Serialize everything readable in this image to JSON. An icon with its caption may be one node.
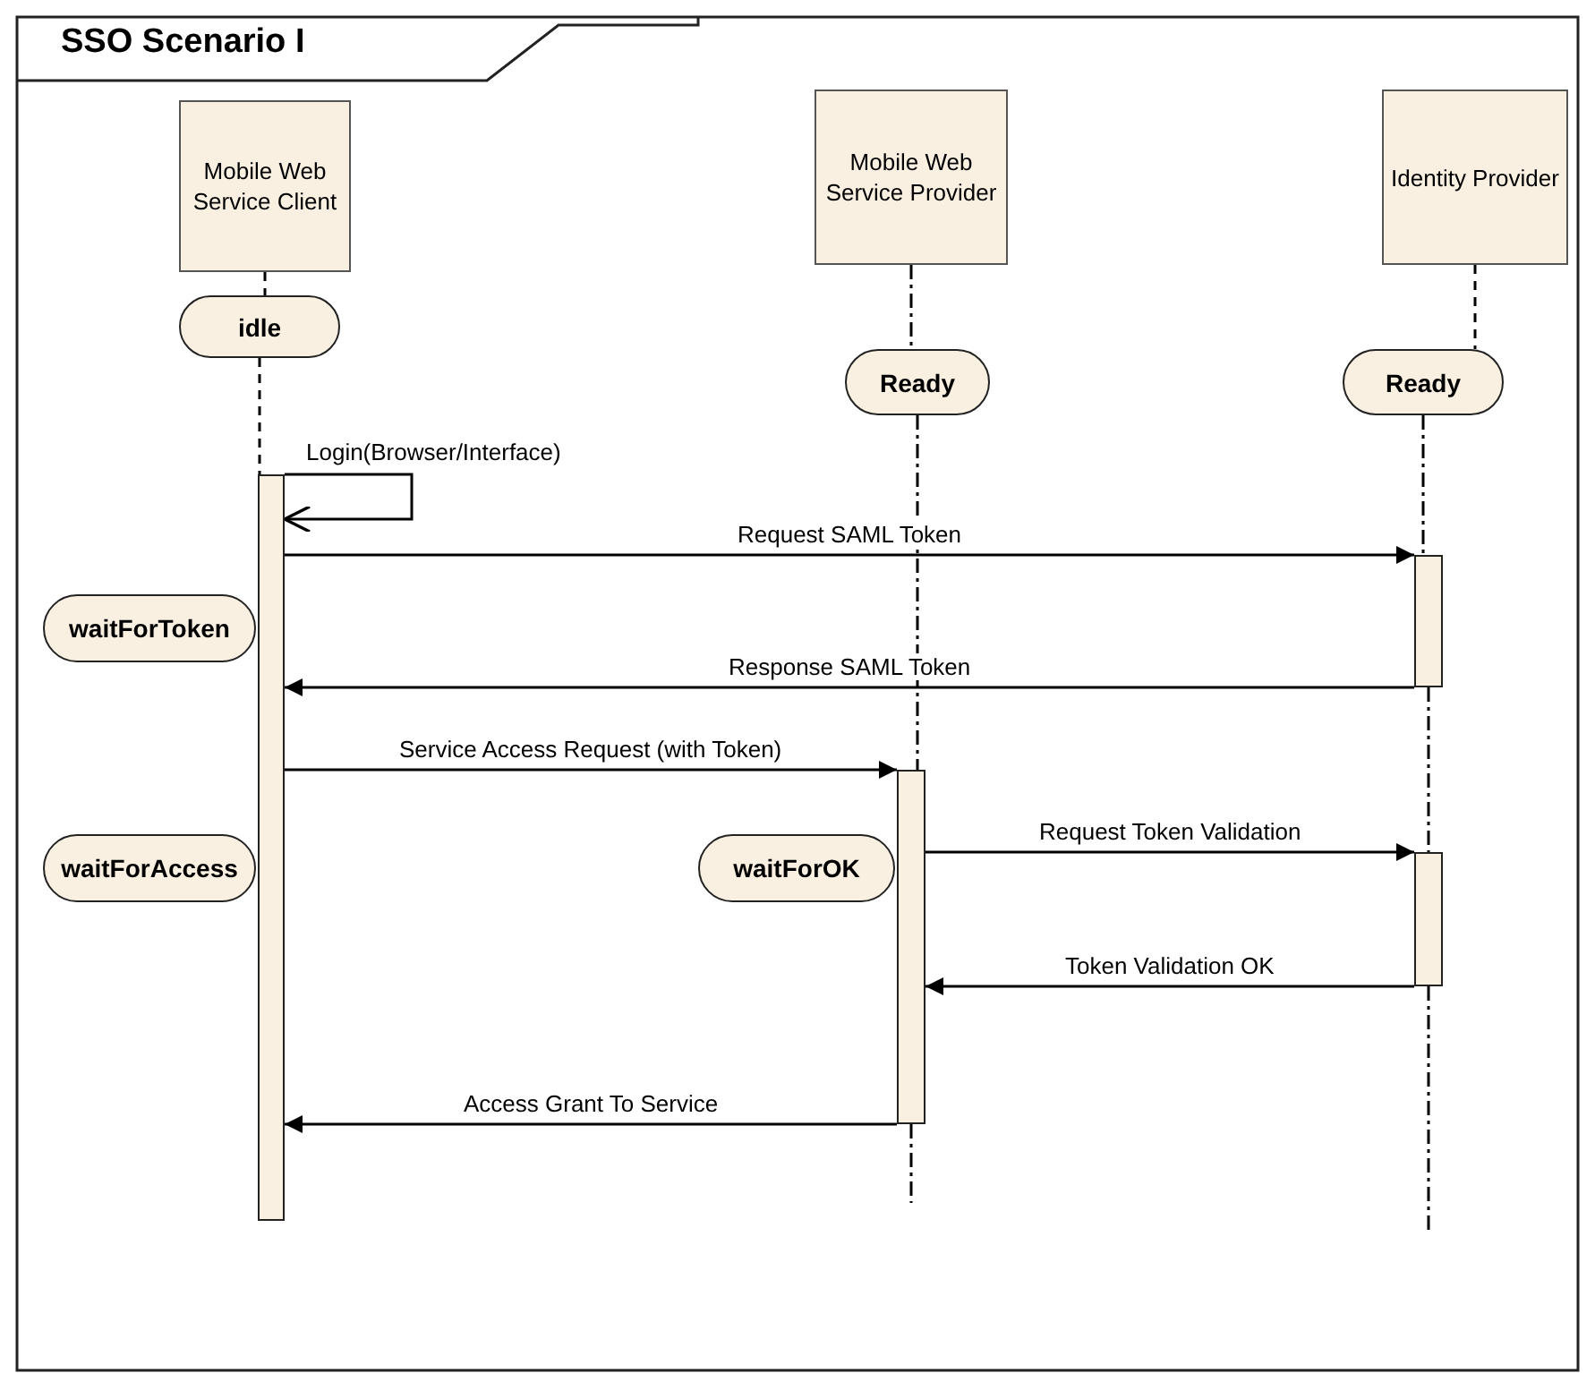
{
  "diagram": {
    "title": "SSO Scenario I",
    "nodes": [
      {
        "text": [
          "Mobile Web Service Client"
        ]
      },
      {
        "text": [
          "Mobile Web Service Provider"
        ]
      },
      {
        "text": [
          "Identity Provider"
        ]
      },
      {
        "text": [
          "idle"
        ]
      },
      {
        "text": [
          "Ready"
        ]
      },
      {
        "text": [
          "Ready"
        ]
      },
      {
        "text": [],
        "shape": "bar"
      },
      {
        "text": [],
        "shape": "bar"
      },
      {
        "text": [],
        "shape": "bar"
      },
      {
        "text": [],
        "shape": "bar"
      },
      {
        "text": [
          "waitForToken"
        ]
      },
      {
        "text": [
          "waitForAccess"
        ]
      },
      {
        "text": [
          "waitForOK"
        ]
      }
    ],
    "edges": [
      {
        "from": 0,
        "to": 3,
        "arrow": "none",
        "style": "dashed"
      },
      {
        "from": 3,
        "to": 6,
        "arrow": "none",
        "style": "dashed"
      },
      {
        "from": 1,
        "to": 4,
        "arrow": "none",
        "style": "dashed"
      },
      {
        "from": 4,
        "to": 8,
        "arrow": "none",
        "style": "dashed"
      },
      {
        "from": 2,
        "to": 5,
        "arrow": "none",
        "style": "dashed"
      },
      {
        "from": 5,
        "to": 7,
        "arrow": "none",
        "style": "dashed"
      },
      {
        "from": 7,
        "to": 9,
        "arrow": "none",
        "style": "dashed"
      },
      {
        "from": 6,
        "to": 6,
        "arrow": "to",
        "label": "Login(Browser/Interface)"
      },
      {
        "from": 6,
        "to": 7,
        "arrow": "to",
        "label": "Request SAML Token"
      },
      {
        "from": 7,
        "to": 6,
        "arrow": "to",
        "label": "Response SAML Token"
      },
      {
        "from": 6,
        "to": 8,
        "arrow": "to",
        "label": "Service Access Request (with Token)"
      },
      {
        "from": 8,
        "to": 9,
        "arrow": "to",
        "label": "Request Token Validation"
      },
      {
        "from": 9,
        "to": 8,
        "arrow": "to",
        "label": "Token Validation OK"
      },
      {
        "from": 8,
        "to": 6,
        "arrow": "to",
        "label": "Access Grant To Service"
      }
    ]
  }
}
